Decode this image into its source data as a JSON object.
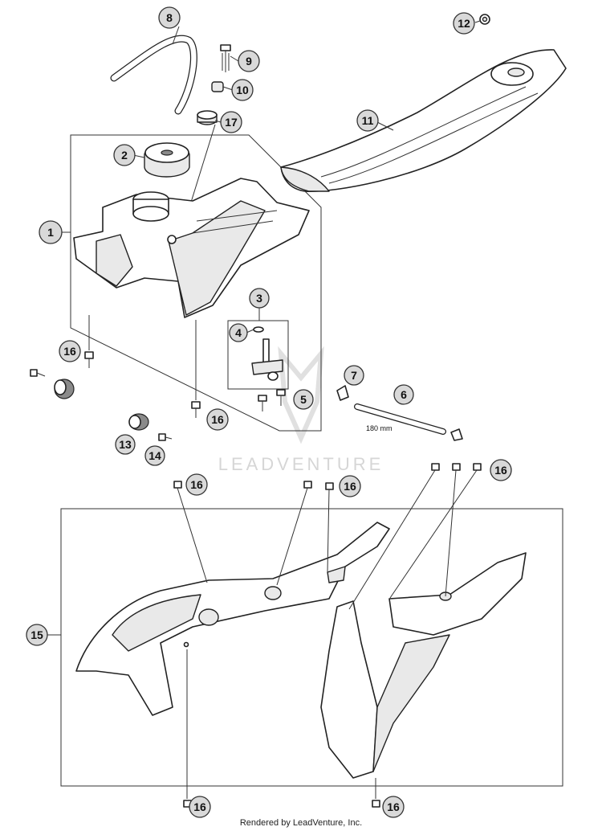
{
  "footer_text": "Rendered by LeadVenture, Inc.",
  "watermark_text": "LEADVENTURE",
  "dimension_label": "180 mm",
  "callouts": {
    "c1": "1",
    "c2": "2",
    "c3": "3",
    "c4": "4",
    "c5": "5",
    "c6": "6",
    "c7": "7",
    "c8": "8",
    "c9": "9",
    "c10": "10",
    "c11": "11",
    "c12": "12",
    "c13": "13",
    "c14": "14",
    "c15": "15",
    "c16a": "16",
    "c16b": "16",
    "c16c": "16",
    "c16d": "16",
    "c16e": "16",
    "c16f": "16",
    "c16g": "16",
    "c17": "17"
  }
}
